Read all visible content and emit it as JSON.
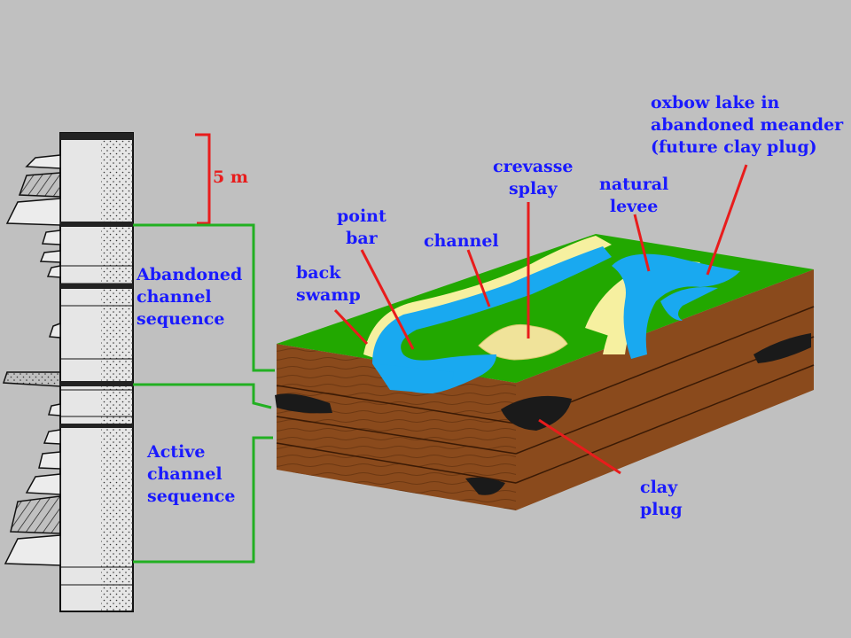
{
  "scale_bar": {
    "label": "5 m",
    "color": "#e81c1c"
  },
  "sequences": {
    "abandoned": [
      "Abandoned",
      "channel",
      "sequence"
    ],
    "active": [
      "Active",
      "channel",
      "sequence"
    ]
  },
  "features": {
    "back_swamp": [
      "back",
      "swamp"
    ],
    "point_bar": [
      "point",
      "bar"
    ],
    "channel": [
      "channel"
    ],
    "crevasse_splay": [
      "crevasse",
      "splay"
    ],
    "natural_levee": [
      "natural",
      "levee"
    ],
    "oxbow_lake": [
      "oxbow lake in",
      "abandoned meander",
      "(future clay plug)"
    ],
    "clay_plug": [
      "clay",
      "plug"
    ]
  },
  "colors": {
    "background": "#c0c0c0",
    "label_text": "#1a1aff",
    "pointer_lines": "#e81c1c",
    "bracket_lines": "#22b022",
    "floodplain": "#22a800",
    "water": "#19a9f0",
    "sand": "#f6f0a0",
    "sediment": "#8a4a1c",
    "clay": "#1a1a1a"
  }
}
